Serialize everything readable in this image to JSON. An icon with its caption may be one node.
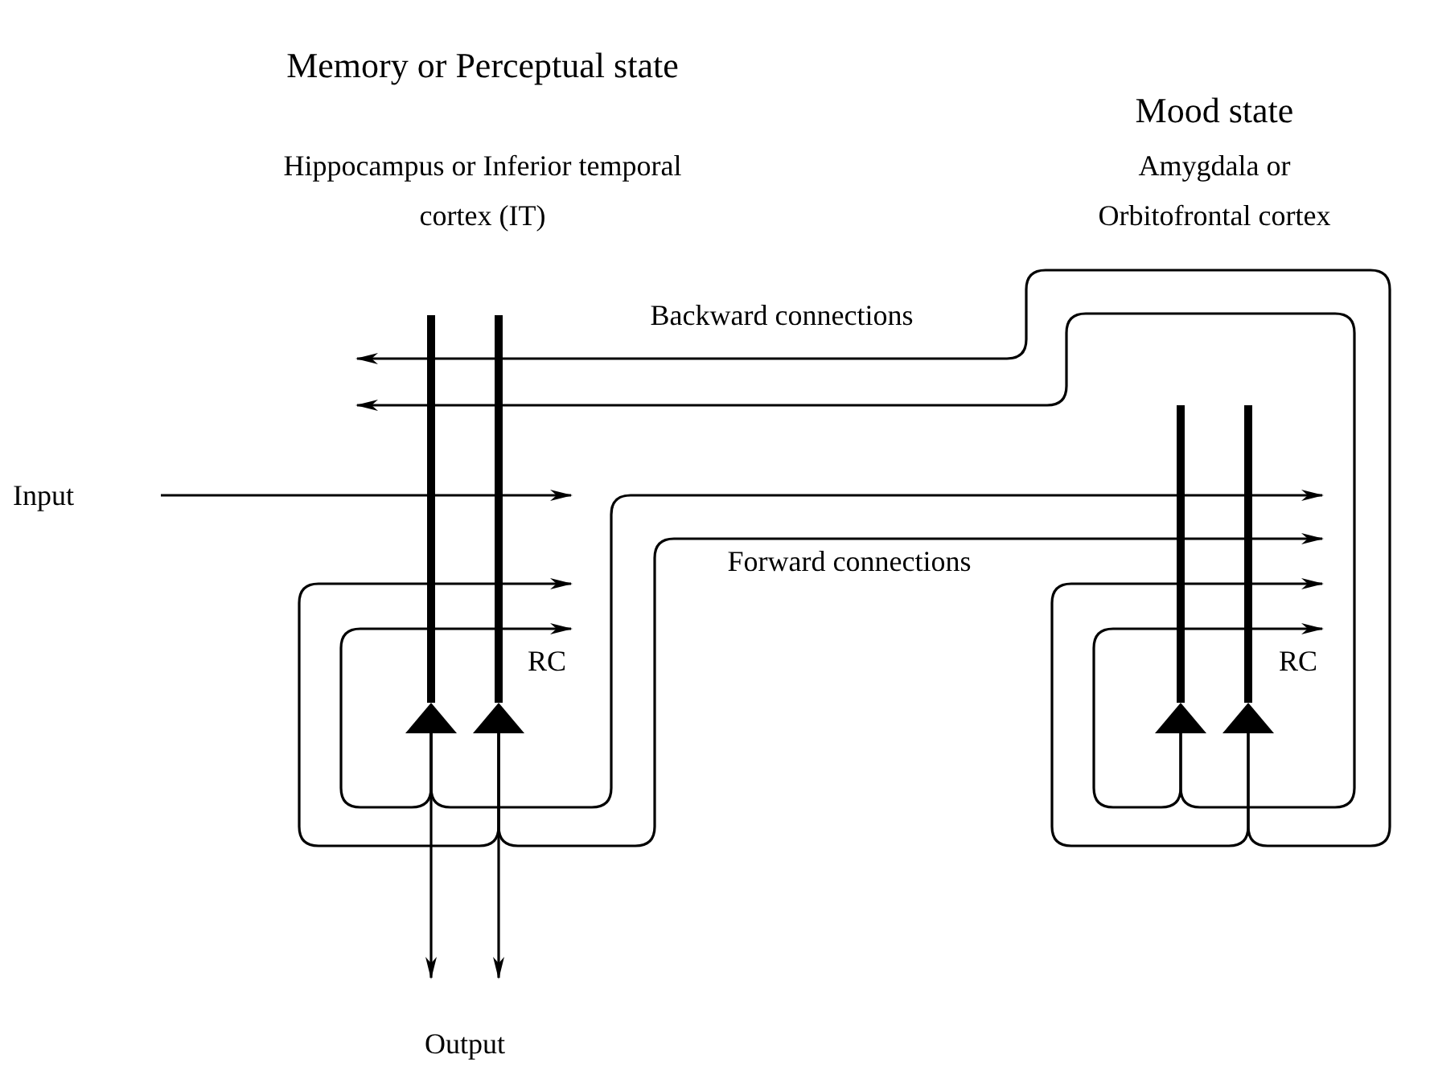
{
  "diagram": {
    "nodes": [
      {
        "text": [
          "Input"
        ]
      },
      {
        "text": [
          "Output"
        ]
      },
      {
        "text": [],
        "shape": "triangle"
      },
      {
        "text": [],
        "shape": "triangle"
      },
      {
        "text": [],
        "shape": "triangle"
      },
      {
        "text": [],
        "shape": "triangle"
      }
    ],
    "edges": [
      {
        "from": 0,
        "to": null,
        "arrow": "to"
      },
      {
        "from": 2,
        "to": null,
        "arrow": "to",
        "label": "RC"
      },
      {
        "from": 2,
        "to": null,
        "arrow": "to"
      },
      {
        "from": 3,
        "to": null,
        "arrow": "to"
      },
      {
        "from": 3,
        "to": null,
        "arrow": "to"
      },
      {
        "from": 2,
        "to": 1,
        "arrow": "to"
      },
      {
        "from": 3,
        "to": 1,
        "arrow": "to"
      },
      {
        "from": 4,
        "to": null,
        "arrow": "to",
        "label": "RC"
      },
      {
        "from": 4,
        "to": null,
        "arrow": "to"
      },
      {
        "from": 5,
        "to": null,
        "arrow": "to"
      },
      {
        "from": 5,
        "to": null,
        "arrow": "to"
      }
    ],
    "labels": [
      "Memory or Perceptual state",
      "Mood state",
      "Hippocampus or Inferior temporal cortex (IT)",
      "Amygdala or Orbitofrontal cortex",
      "Backward connections",
      "Forward connections"
    ]
  }
}
